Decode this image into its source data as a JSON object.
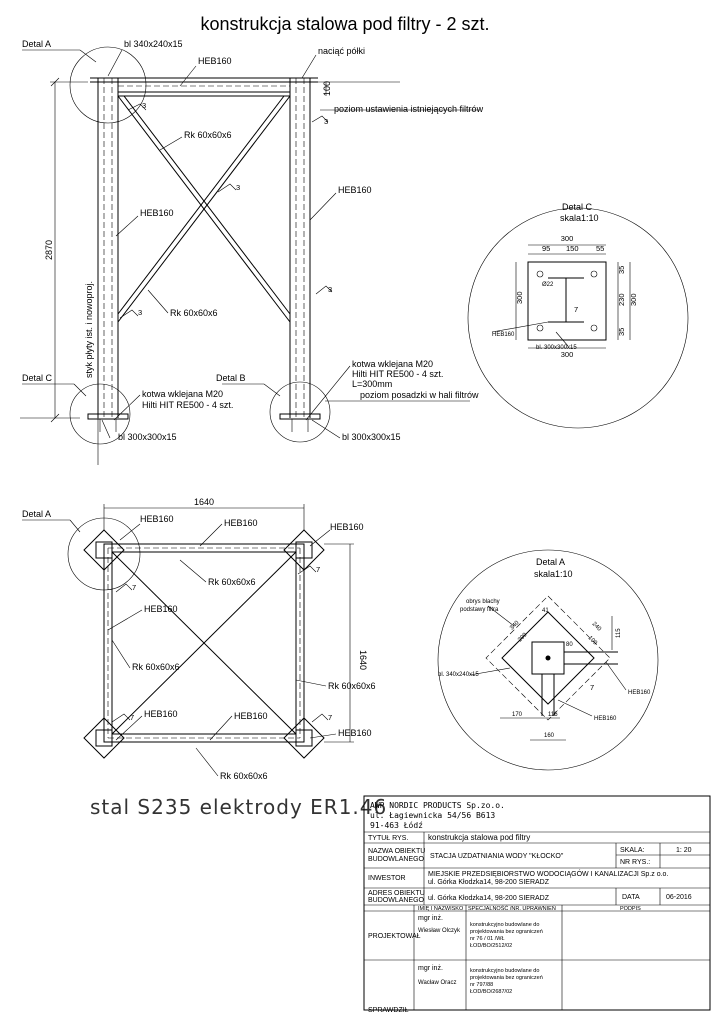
{
  "title": "konstrukcja stalowa pod filtry - 2 szt.",
  "elevation": {
    "detail_a": "Detal A",
    "detail_b": "Detal B",
    "detail_c": "Detal C",
    "top_plate": "bl 340x240x15",
    "beam_top": "HEB160",
    "column_left": "HEB160",
    "column_right": "HEB160",
    "brace_upper": "Rk 60x60x6",
    "brace_lower": "Rk 60x60x6",
    "shelf_note": "naciąć półki",
    "dim_100": "100",
    "filter_level": "poziom ustawienia istniejących filtrów",
    "height_dim": "2870",
    "slab_joint": "styk płyty ist. i nowoproj.",
    "anchor_left_1": "kotwa wklejana M20",
    "anchor_left_2": "Hilti HIT RE500 - 4 szt.",
    "anchor_right_1": "kotwa wklejana M20",
    "anchor_right_2": "Hilti HIT RE500 - 4 szt.",
    "anchor_right_3": "L=300mm",
    "floor_level": "poziom posadzki w hali filtrów",
    "base_plate_left": "bl 300x300x15",
    "base_plate_right": "bl 300x300x15",
    "weld": "3"
  },
  "detail_c": {
    "title": "Detal C",
    "scale": "skala1:10",
    "dim_300_top": "300",
    "dim_95": "95",
    "dim_150": "150",
    "dim_55": "55",
    "dim_300_left": "300",
    "dim_35_top": "35",
    "dim_230": "230",
    "dim_300_right": "300",
    "dim_35_bottom": "35",
    "dim_300_bottom": "300",
    "hole": "Ø22",
    "weld": "7",
    "beam": "HEB160",
    "plate": "bl. 300x300x15"
  },
  "plan": {
    "detail_a": "Detal A",
    "width_dim": "1640",
    "depth_dim": "1640",
    "heb_1": "HEB160",
    "heb_2": "HEB160",
    "heb_3": "HEB160",
    "heb_4": "HEB160",
    "heb_5": "HEB160",
    "heb_6": "HEB160",
    "heb_7": "HEB160",
    "rk_1": "Rk 60x60x6",
    "rk_2": "Rk 60x60x6",
    "rk_3": "Rk 60x60x6",
    "rk_4": "Rk 60x60x6",
    "weld": "7"
  },
  "detail_a": {
    "title": "Detal A",
    "scale": "skala1:10",
    "sheet_outline_1": "obrys blachy",
    "sheet_outline_2": "podstawy filtra",
    "plate": "bl. 340x240x15",
    "dim_340": "340",
    "dim_299": "299",
    "dim_240": "240",
    "dim_109": "109",
    "dim_115": "115",
    "dim_170": "170",
    "dim_116": "116",
    "dim_160": "160",
    "dim_41": "41",
    "dim_80": "80",
    "beam_1": "HEB160",
    "beam_2": "HEB160",
    "weld": "7"
  },
  "steel_note": "stal S235 elektrody ER1.46",
  "title_block": {
    "company_1": "AWP NORDIC PRODUCTS Sp.zo.o.",
    "company_2": "ul. Łagiewnicka 54/56 B613",
    "company_3": "91-463 Łódź",
    "drawing_title_label": "TYTUŁ RYS.",
    "drawing_title": "konstrukcja stalowa pod filtry",
    "object_label_1": "NAZWA OBIEKTU",
    "object_label_2": "BUDOWLANEGO",
    "object_name": "STACJA UZDATNIANIA WODY \"KŁOCKO\"",
    "scale_label": "SKALA:",
    "scale_value": "1: 20",
    "drawing_no_label": "NR RYS.:",
    "investor_label": "INWESTOR",
    "investor_1": "MIEJSKIE PRZEDSIĘBIORSTWO WODOCIĄGÓW I KANALIZACJI Sp.z o.o.",
    "investor_2": "ul. Górka Kłodzka14, 98-200 SIERADZ",
    "address_label_1": "ADRES OBIEKTU",
    "address_label_2": "BUDOWLANEGO",
    "address": "ul. Górka Kłodzka14, 98-200 SIERADZ",
    "date_label": "DATA",
    "date_value": "06-2016",
    "col_name": "IMIĘ I NAZWISKO",
    "col_spec": "SPECJALNOŚĆ /NR. UPRAWNIEŃ",
    "col_sign": "PODPIS",
    "designer_role": "PROJEKTOWAŁ",
    "designer_title": "mgr inż.",
    "designer_name": "Wiesław Olczyk",
    "designer_spec_1": "konstrukcyjno budowlane do",
    "designer_spec_2": "projektowania bez ograniczeń",
    "designer_spec_3": "nr 76 / 01 /WŁ",
    "designer_spec_4": "ŁOD/BO/2512/02",
    "checker_role": "SPRAWDZIŁ",
    "checker_title": "mgr inż.",
    "checker_name": "Wacław Oracz",
    "checker_spec_1": "konstrukcyjno budowlane do",
    "checker_spec_2": "projektowania bez ograniczeń",
    "checker_spec_3": "nr 797/88",
    "checker_spec_4": "ŁOD/BO/2687/02"
  }
}
